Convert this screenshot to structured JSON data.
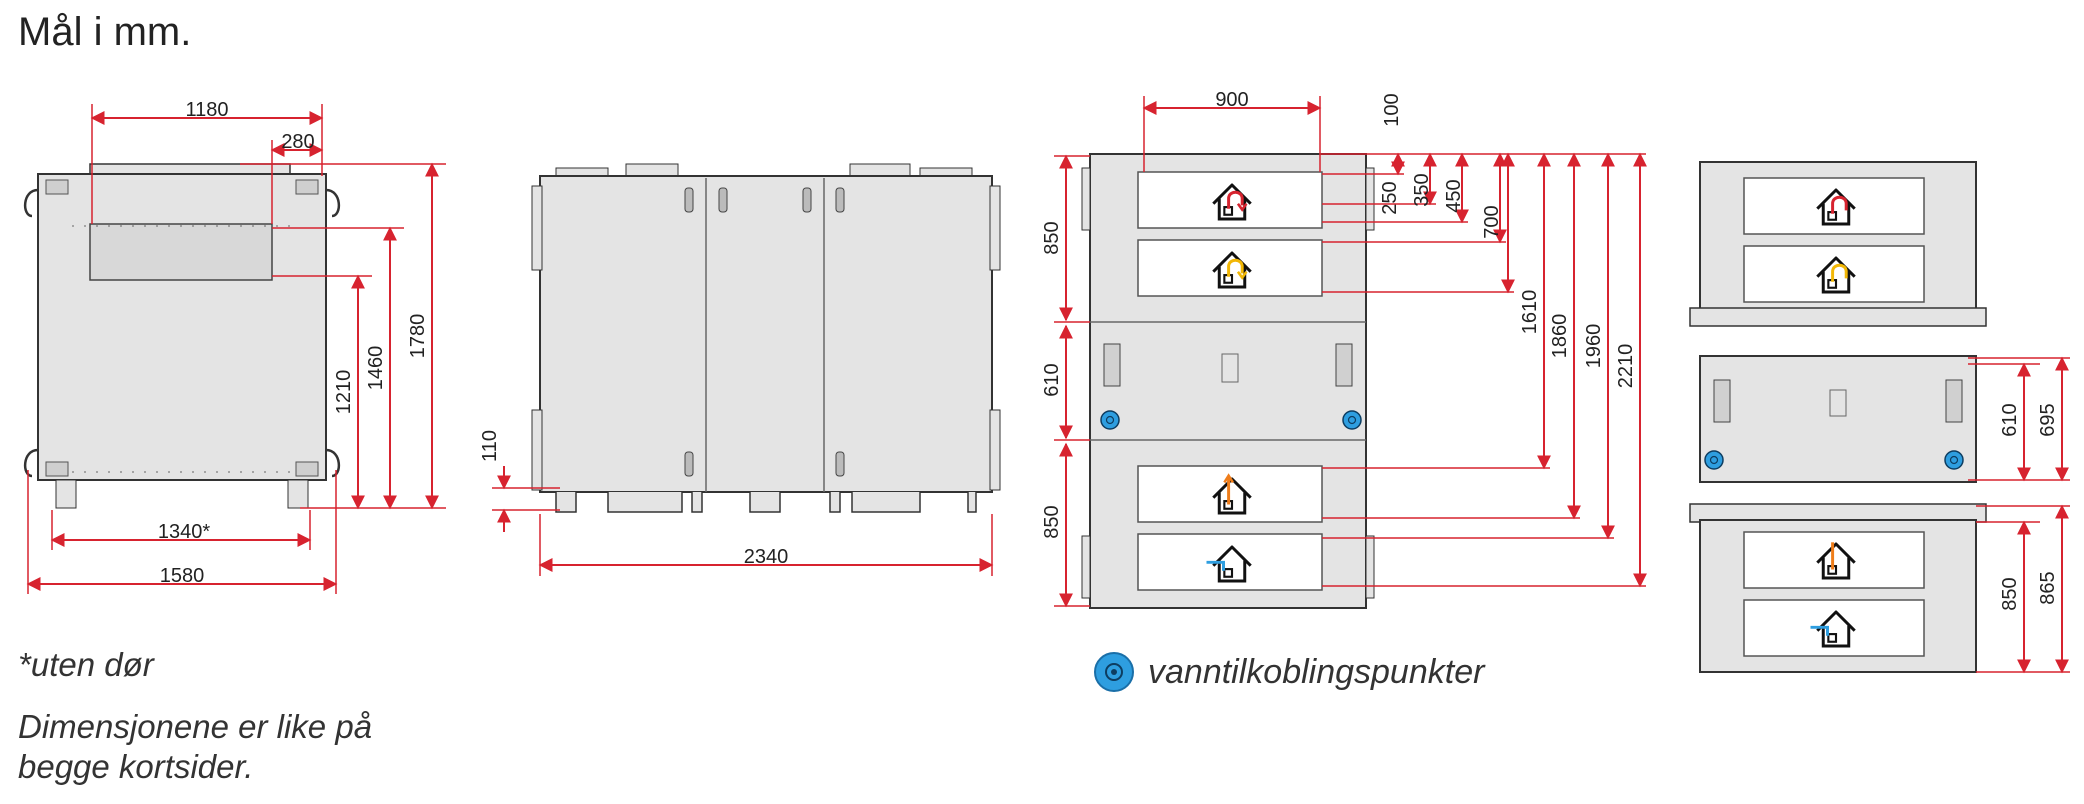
{
  "title": "Mål i mm.",
  "notes": {
    "without_door": "*uten dør",
    "same_dimensions": "Dimensjonene er like på begge kortsider."
  },
  "legend": {
    "icon": "water-connection-point-icon",
    "label": "vanntilkoblingspunkter"
  },
  "colors": {
    "dimension_line": "#d7232f",
    "unit_fill": "#e4e4e4",
    "outline": "#333333",
    "water_point": "#2e9ee0",
    "arrow_red": "#d7232f",
    "arrow_yellow": "#f2b705",
    "arrow_orange": "#ef7d1a",
    "arrow_blue": "#2e9ee0"
  },
  "front_view": {
    "width_top": "1180",
    "width_inner": "280",
    "width_no_door": "1340*",
    "width_total": "1580",
    "height_1": "1210",
    "height_2": "1460",
    "height_3": "1780"
  },
  "side_view": {
    "length": "2340",
    "foot_height": "110"
  },
  "top_view": {
    "duct_width": "900",
    "offsets": [
      "100",
      "250",
      "350",
      "450",
      "700",
      "1610",
      "1860",
      "1960",
      "2210"
    ],
    "section_top": "850",
    "section_middle": "610",
    "section_bottom": "850"
  },
  "modules": {
    "middle_h1": "610",
    "middle_h2": "695",
    "bottom_h1": "850",
    "bottom_h2": "865"
  }
}
